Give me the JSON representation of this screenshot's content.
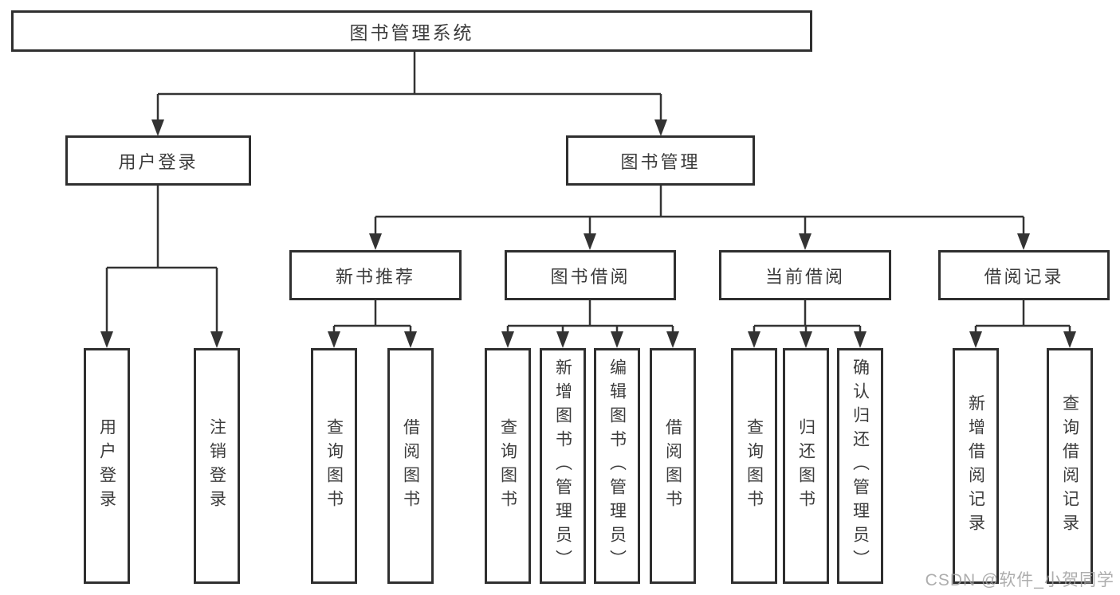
{
  "diagram": {
    "root": {
      "label": "图书管理系统"
    },
    "level2": [
      {
        "id": "user-login",
        "label": "用户登录"
      },
      {
        "id": "book-management",
        "label": "图书管理"
      }
    ],
    "level3": [
      {
        "id": "new-book-recommend",
        "label": "新书推荐"
      },
      {
        "id": "book-borrow",
        "label": "图书借阅"
      },
      {
        "id": "current-borrow",
        "label": "当前借阅"
      },
      {
        "id": "borrow-records",
        "label": "借阅记录"
      }
    ],
    "leaves": [
      {
        "id": "leaf-user-login",
        "label": "用户登录"
      },
      {
        "id": "leaf-logout",
        "label": "注销登录"
      },
      {
        "id": "leaf-query-books-1",
        "label": "查询图书"
      },
      {
        "id": "leaf-borrow-books-1",
        "label": "借阅图书"
      },
      {
        "id": "leaf-query-books-2",
        "label": "查询图书"
      },
      {
        "id": "leaf-add-books-admin",
        "label": "新增图书（管理员）"
      },
      {
        "id": "leaf-edit-books-admin",
        "label": "编辑图书（管理员）"
      },
      {
        "id": "leaf-borrow-books-2",
        "label": "借阅图书"
      },
      {
        "id": "leaf-query-books-3",
        "label": "查询图书"
      },
      {
        "id": "leaf-return-books",
        "label": "归还图书"
      },
      {
        "id": "leaf-confirm-return-admin",
        "label": "确认归还（管理员）"
      },
      {
        "id": "leaf-add-borrow-record",
        "label": "新增借阅记录"
      },
      {
        "id": "leaf-query-borrow-record",
        "label": "查询借阅记录"
      }
    ]
  },
  "watermark": {
    "text": "CSDN @软件_小贺同学"
  },
  "colors": {
    "line": "#333333",
    "box_border": "#2f2f2f",
    "text": "#3c3c3c",
    "watermark": "#9f9f9f",
    "background": "#ffffff"
  }
}
